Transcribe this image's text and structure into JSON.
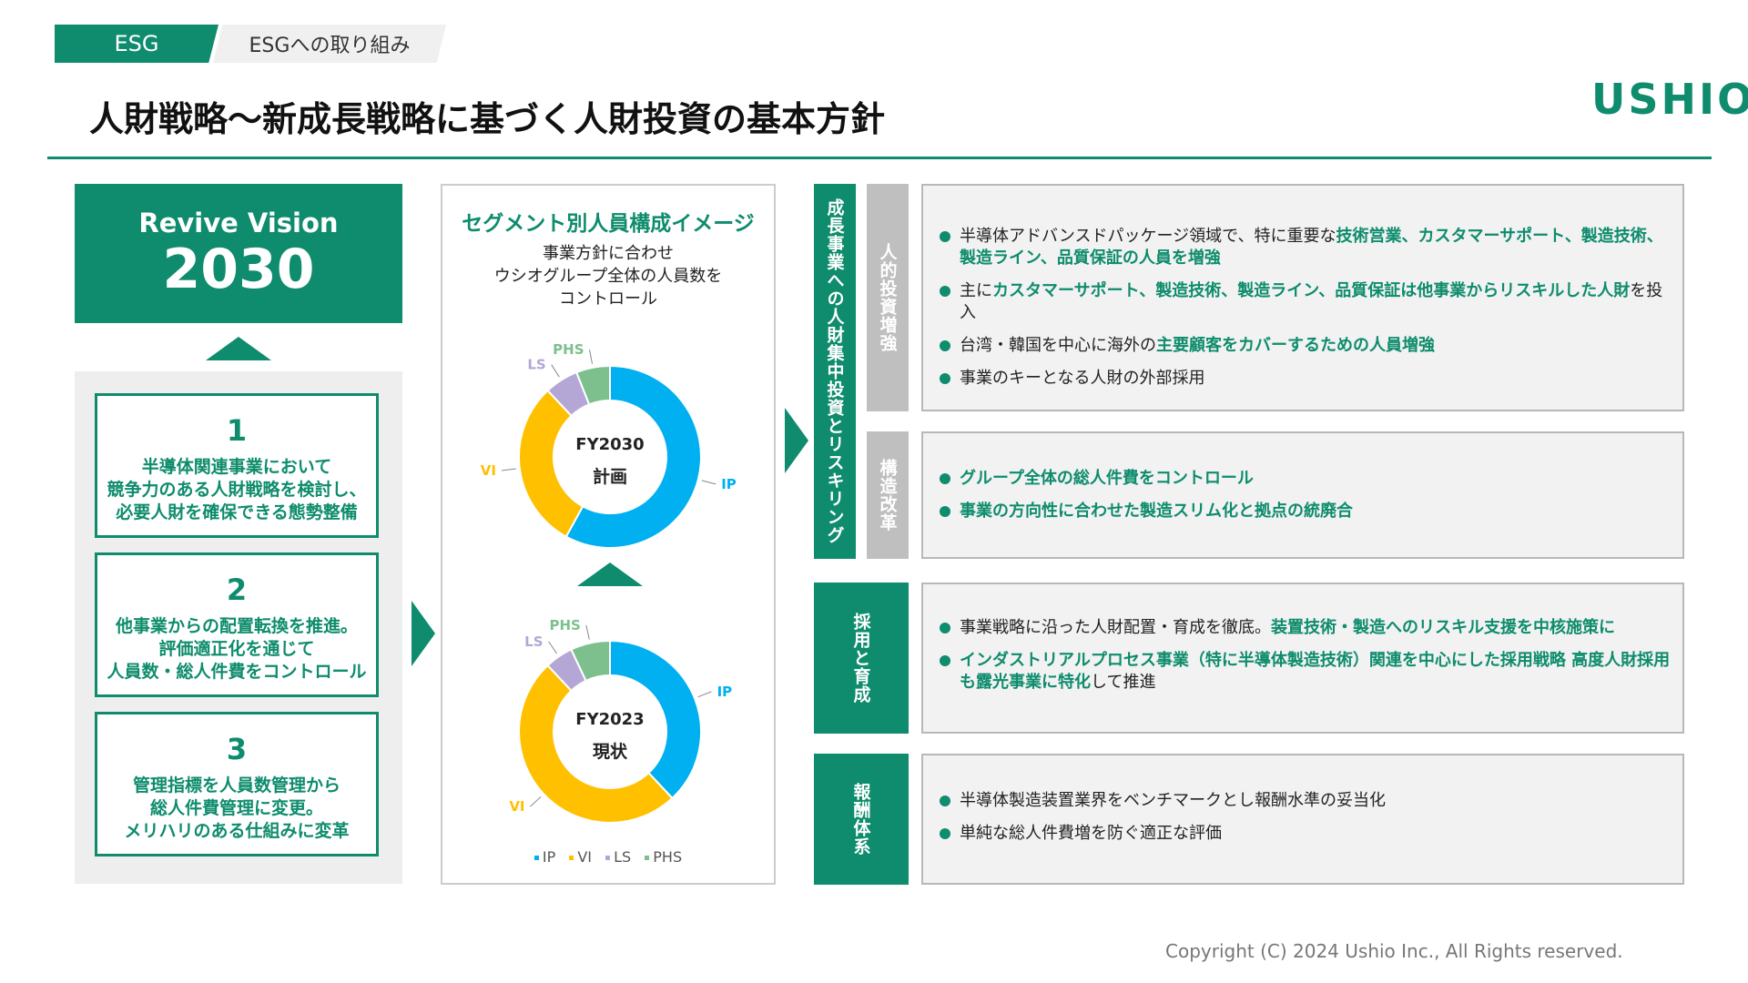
{
  "header": {
    "tab_primary": "ESG",
    "tab_secondary": "ESGへの取り組み",
    "title": "人財戦略～新成長戦略に基づく人財投資の基本方針",
    "logo": "USHIO"
  },
  "vision": {
    "line1": "Revive Vision",
    "line2": "2030"
  },
  "policies": [
    {
      "num": "1",
      "line1": "半導体関連事業において",
      "line2": "競争力のある人財戦略を検討し、",
      "line3": "必要人財を確保できる態勢整備"
    },
    {
      "num": "2",
      "line1": "他事業からの配置転換を推進。",
      "line2": "評価適正化を通じて",
      "line3": "人員数・総人件費をコントロール"
    },
    {
      "num": "3",
      "line1": "管理指標を人員数管理から",
      "line2": "総人件費管理に変更。",
      "line3": "メリハリのある仕組みに変革"
    }
  ],
  "segment": {
    "title": "セグメント別人員構成イメージ",
    "subtitle": "事業方針に合わせ\nウシオグループ全体の人員数を\nコントロール",
    "fy2030_year": "FY2030",
    "fy2030_label": "計画",
    "fy2023_year": "FY2023",
    "fy2023_label": "現状"
  },
  "chart_data": [
    {
      "type": "pie",
      "title": "FY2030 計画",
      "categories": [
        "IP",
        "VI",
        "LS",
        "PHS"
      ],
      "values": [
        58,
        30,
        6,
        6
      ],
      "colors": [
        "#00b0f0",
        "#ffc000",
        "#b4a7d6",
        "#7dc08e"
      ]
    },
    {
      "type": "pie",
      "title": "FY2023 現状",
      "categories": [
        "IP",
        "VI",
        "LS",
        "PHS"
      ],
      "values": [
        38,
        50,
        5,
        7
      ],
      "colors": [
        "#00b0f0",
        "#ffc000",
        "#b4a7d6",
        "#7dc08e"
      ]
    }
  ],
  "legend": [
    "IP",
    "VI",
    "LS",
    "PHS"
  ],
  "right": {
    "main_label": "成長事業への人財集中投資とリスキリング",
    "sub_label_1": "人的投資増強",
    "sub_label_2": "構造改革",
    "label_hiring": "採用と育成",
    "label_comp": "報酬体系",
    "box1": [
      {
        "parts": [
          {
            "t": "半導体アドバンスドパッケージ領域で、特に重要な",
            "g": false
          },
          {
            "t": "技術営業、カスタマーサポート、製造技術、製造ライン、品質保証の人員を増強",
            "g": true
          }
        ]
      },
      {
        "parts": [
          {
            "t": "主に",
            "g": false
          },
          {
            "t": "カスタマーサポート、製造技術、製造ライン、品質保証は他事業からリスキルした人財",
            "g": true
          },
          {
            "t": "を投入",
            "g": false
          }
        ]
      },
      {
        "parts": [
          {
            "t": "台湾・韓国を中心に海外の",
            "g": false
          },
          {
            "t": "主要顧客をカバーするための人員増強",
            "g": true
          }
        ]
      },
      {
        "parts": [
          {
            "t": "事業のキーとなる人財の外部採用",
            "g": false
          }
        ]
      }
    ],
    "box2": [
      {
        "parts": [
          {
            "t": "グループ全体の総人件費をコントロール",
            "g": true
          }
        ]
      },
      {
        "parts": [
          {
            "t": "事業の方向性に合わせた製造スリム化と拠点の統廃合",
            "g": true
          }
        ]
      }
    ],
    "box3": [
      {
        "parts": [
          {
            "t": "事業戦略に沿った人財配置・育成を徹底。",
            "g": false
          },
          {
            "t": "装置技術・製造へのリスキル支援を中核施策に",
            "g": true
          }
        ]
      },
      {
        "parts": [
          {
            "t": "インダストリアルプロセス事業（特に半導体製造技術）関連を中心にした採用戦略 高度人財採用も露光事業に特化",
            "g": true
          },
          {
            "t": "して推進",
            "g": false
          }
        ]
      }
    ],
    "box4": [
      {
        "parts": [
          {
            "t": "半導体製造装置業界をベンチマークとし報酬水準の妥当化",
            "g": false
          }
        ]
      },
      {
        "parts": [
          {
            "t": "単純な総人件費増を防ぐ適正な評価",
            "g": false
          }
        ]
      }
    ]
  },
  "footer": {
    "copyright": "Copyright (C) 2024 Ushio Inc., All Rights reserved."
  }
}
